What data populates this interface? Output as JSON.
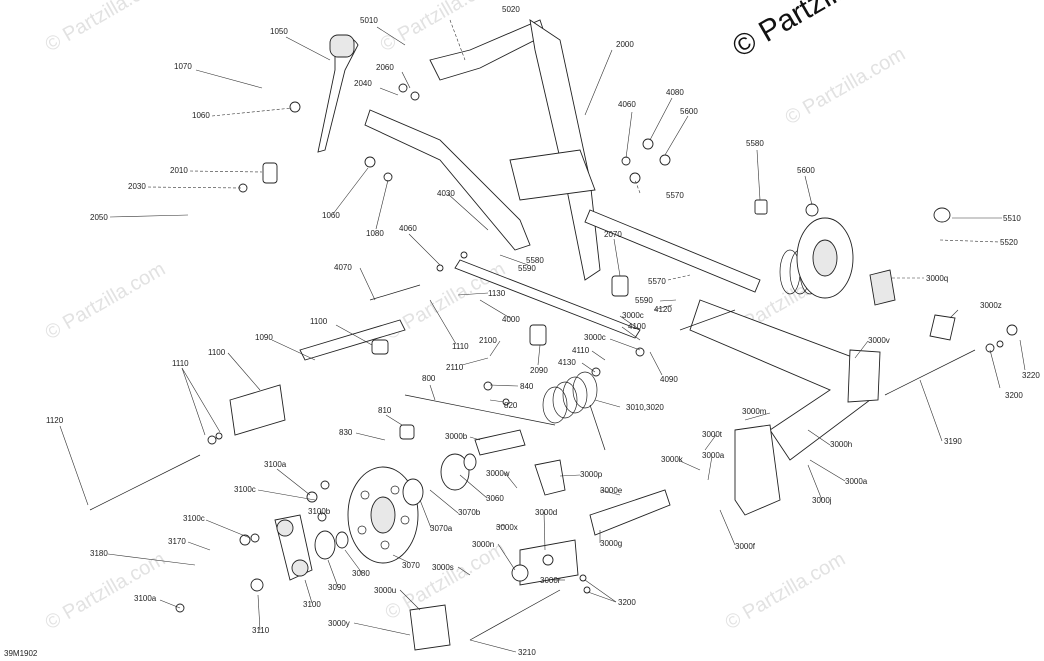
{
  "watermark": {
    "text": "© Partzilla.com",
    "copyright": "© Partzilla"
  },
  "diagram_ref": "39M1902",
  "callouts": [
    {
      "id": "c5010",
      "label": "5010"
    },
    {
      "id": "c5020",
      "label": "5020"
    },
    {
      "id": "c1050",
      "label": "1050"
    },
    {
      "id": "c2000",
      "label": "2000"
    },
    {
      "id": "c1070",
      "label": "1070"
    },
    {
      "id": "c2060",
      "label": "2060"
    },
    {
      "id": "c2040",
      "label": "2040"
    },
    {
      "id": "c1060a",
      "label": "1060"
    },
    {
      "id": "c4060a",
      "label": "4060"
    },
    {
      "id": "c4080",
      "label": "4080"
    },
    {
      "id": "c5600a",
      "label": "5600"
    },
    {
      "id": "c5580a",
      "label": "5580"
    },
    {
      "id": "c5600b",
      "label": "5600"
    },
    {
      "id": "c2010",
      "label": "2010"
    },
    {
      "id": "c2030",
      "label": "2030"
    },
    {
      "id": "c5570a",
      "label": "5570"
    },
    {
      "id": "c2050",
      "label": "2050"
    },
    {
      "id": "c1060b",
      "label": "1060"
    },
    {
      "id": "c4030",
      "label": "4030"
    },
    {
      "id": "c1080",
      "label": "1080"
    },
    {
      "id": "c4060b",
      "label": "4060"
    },
    {
      "id": "c5510",
      "label": "5510"
    },
    {
      "id": "c5520",
      "label": "5520"
    },
    {
      "id": "c2070",
      "label": "2070"
    },
    {
      "id": "c5580b",
      "label": "5580"
    },
    {
      "id": "c5590a",
      "label": "5590"
    },
    {
      "id": "c4070",
      "label": "4070"
    },
    {
      "id": "c5570b",
      "label": "5570"
    },
    {
      "id": "c3000q",
      "label": "3000q"
    },
    {
      "id": "c1130",
      "label": "1130"
    },
    {
      "id": "c5590b",
      "label": "5590"
    },
    {
      "id": "c4120",
      "label": "4120"
    },
    {
      "id": "c3000z",
      "label": "3000z"
    },
    {
      "id": "c4000",
      "label": "4000"
    },
    {
      "id": "c3000c1",
      "label": "3000c"
    },
    {
      "id": "c1100a",
      "label": "1100"
    },
    {
      "id": "c4100",
      "label": "4100"
    },
    {
      "id": "c1110a",
      "label": "1110"
    },
    {
      "id": "c1090",
      "label": "1090"
    },
    {
      "id": "c2100",
      "label": "2100"
    },
    {
      "id": "c3000c2",
      "label": "3000c"
    },
    {
      "id": "c3000v",
      "label": "3000v"
    },
    {
      "id": "c1100b",
      "label": "1100"
    },
    {
      "id": "c4110",
      "label": "4110"
    },
    {
      "id": "c3220",
      "label": "3220"
    },
    {
      "id": "c1110b",
      "label": "1110"
    },
    {
      "id": "c2110",
      "label": "2110"
    },
    {
      "id": "c2090",
      "label": "2090"
    },
    {
      "id": "c4130",
      "label": "4130"
    },
    {
      "id": "c4090",
      "label": "4090"
    },
    {
      "id": "c800",
      "label": "800"
    },
    {
      "id": "c840",
      "label": "840"
    },
    {
      "id": "c3200a",
      "label": "3200"
    },
    {
      "id": "c820",
      "label": "820"
    },
    {
      "id": "c3010",
      "label": "3010,3020"
    },
    {
      "id": "c810",
      "label": "810"
    },
    {
      "id": "c3000m",
      "label": "3000m"
    },
    {
      "id": "c1120",
      "label": "1120"
    },
    {
      "id": "c830",
      "label": "830"
    },
    {
      "id": "c3000b",
      "label": "3000b"
    },
    {
      "id": "c3000t",
      "label": "3000t"
    },
    {
      "id": "c3190",
      "label": "3190"
    },
    {
      "id": "c3000h",
      "label": "3000h"
    },
    {
      "id": "c3000k",
      "label": "3000k"
    },
    {
      "id": "c3000a1",
      "label": "3000a"
    },
    {
      "id": "c3100a",
      "label": "3100a"
    },
    {
      "id": "c3000w",
      "label": "3000w"
    },
    {
      "id": "c3000p",
      "label": "3000p"
    },
    {
      "id": "c3000a2",
      "label": "3000a"
    },
    {
      "id": "c3100c1",
      "label": "3100c"
    },
    {
      "id": "c3000e",
      "label": "3000e"
    },
    {
      "id": "c3100b",
      "label": "3100b"
    },
    {
      "id": "c3060",
      "label": "3060"
    },
    {
      "id": "c3000j",
      "label": "3000j"
    },
    {
      "id": "c3070b",
      "label": "3070b"
    },
    {
      "id": "c3000d",
      "label": "3000d"
    },
    {
      "id": "c3100c2",
      "label": "3100c"
    },
    {
      "id": "c3070a",
      "label": "3070a"
    },
    {
      "id": "c3000x",
      "label": "3000x"
    },
    {
      "id": "c3170",
      "label": "3170"
    },
    {
      "id": "c3000g",
      "label": "3000g"
    },
    {
      "id": "c3000f",
      "label": "3000f"
    },
    {
      "id": "c3000n",
      "label": "3000n"
    },
    {
      "id": "c3180",
      "label": "3180"
    },
    {
      "id": "c3070",
      "label": "3070"
    },
    {
      "id": "c3000s",
      "label": "3000s"
    },
    {
      "id": "c3080",
      "label": "3080"
    },
    {
      "id": "c3000r",
      "label": "3000r"
    },
    {
      "id": "c3090",
      "label": "3090"
    },
    {
      "id": "c3000u",
      "label": "3000u"
    },
    {
      "id": "c3200b",
      "label": "3200"
    },
    {
      "id": "c3100a2",
      "label": "3100a"
    },
    {
      "id": "c3100",
      "label": "3100"
    },
    {
      "id": "c3000y",
      "label": "3000y"
    },
    {
      "id": "c3110",
      "label": "3110"
    },
    {
      "id": "c3210",
      "label": "3210"
    }
  ]
}
